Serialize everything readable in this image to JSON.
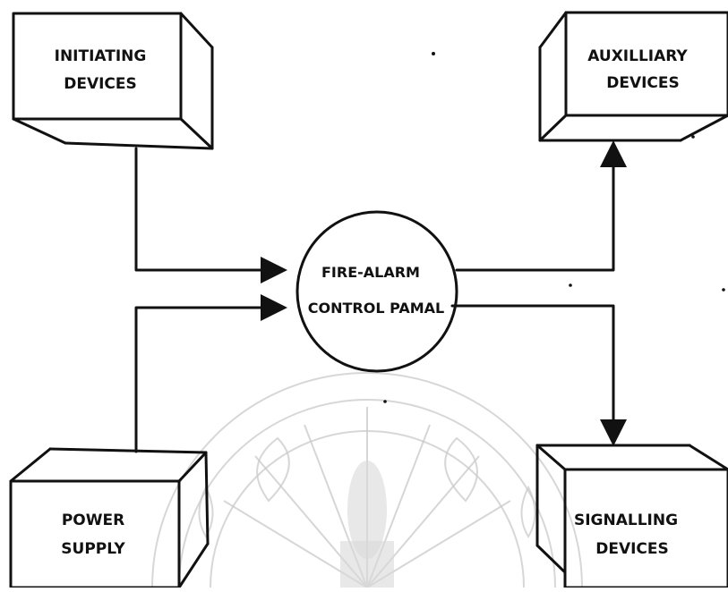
{
  "diagram": {
    "type": "block-diagram",
    "center_node": {
      "line1": "FIRE-ALARM",
      "line2": "CONTROL PAMAL"
    },
    "nodes": {
      "initiating": {
        "line1": "INITIATING",
        "line2": "DEVICES"
      },
      "auxiliary": {
        "line1": "AUXILLIARY",
        "line2": "DEVICES"
      },
      "power": {
        "line1": "POWER",
        "line2": "SUPPLY"
      },
      "signalling": {
        "line1": "SIGNALLING",
        "line2": "DEVICES"
      }
    },
    "colors": {
      "ink": "#111111",
      "watermark": "#cfcfcf",
      "background": "#ffffff"
    }
  }
}
